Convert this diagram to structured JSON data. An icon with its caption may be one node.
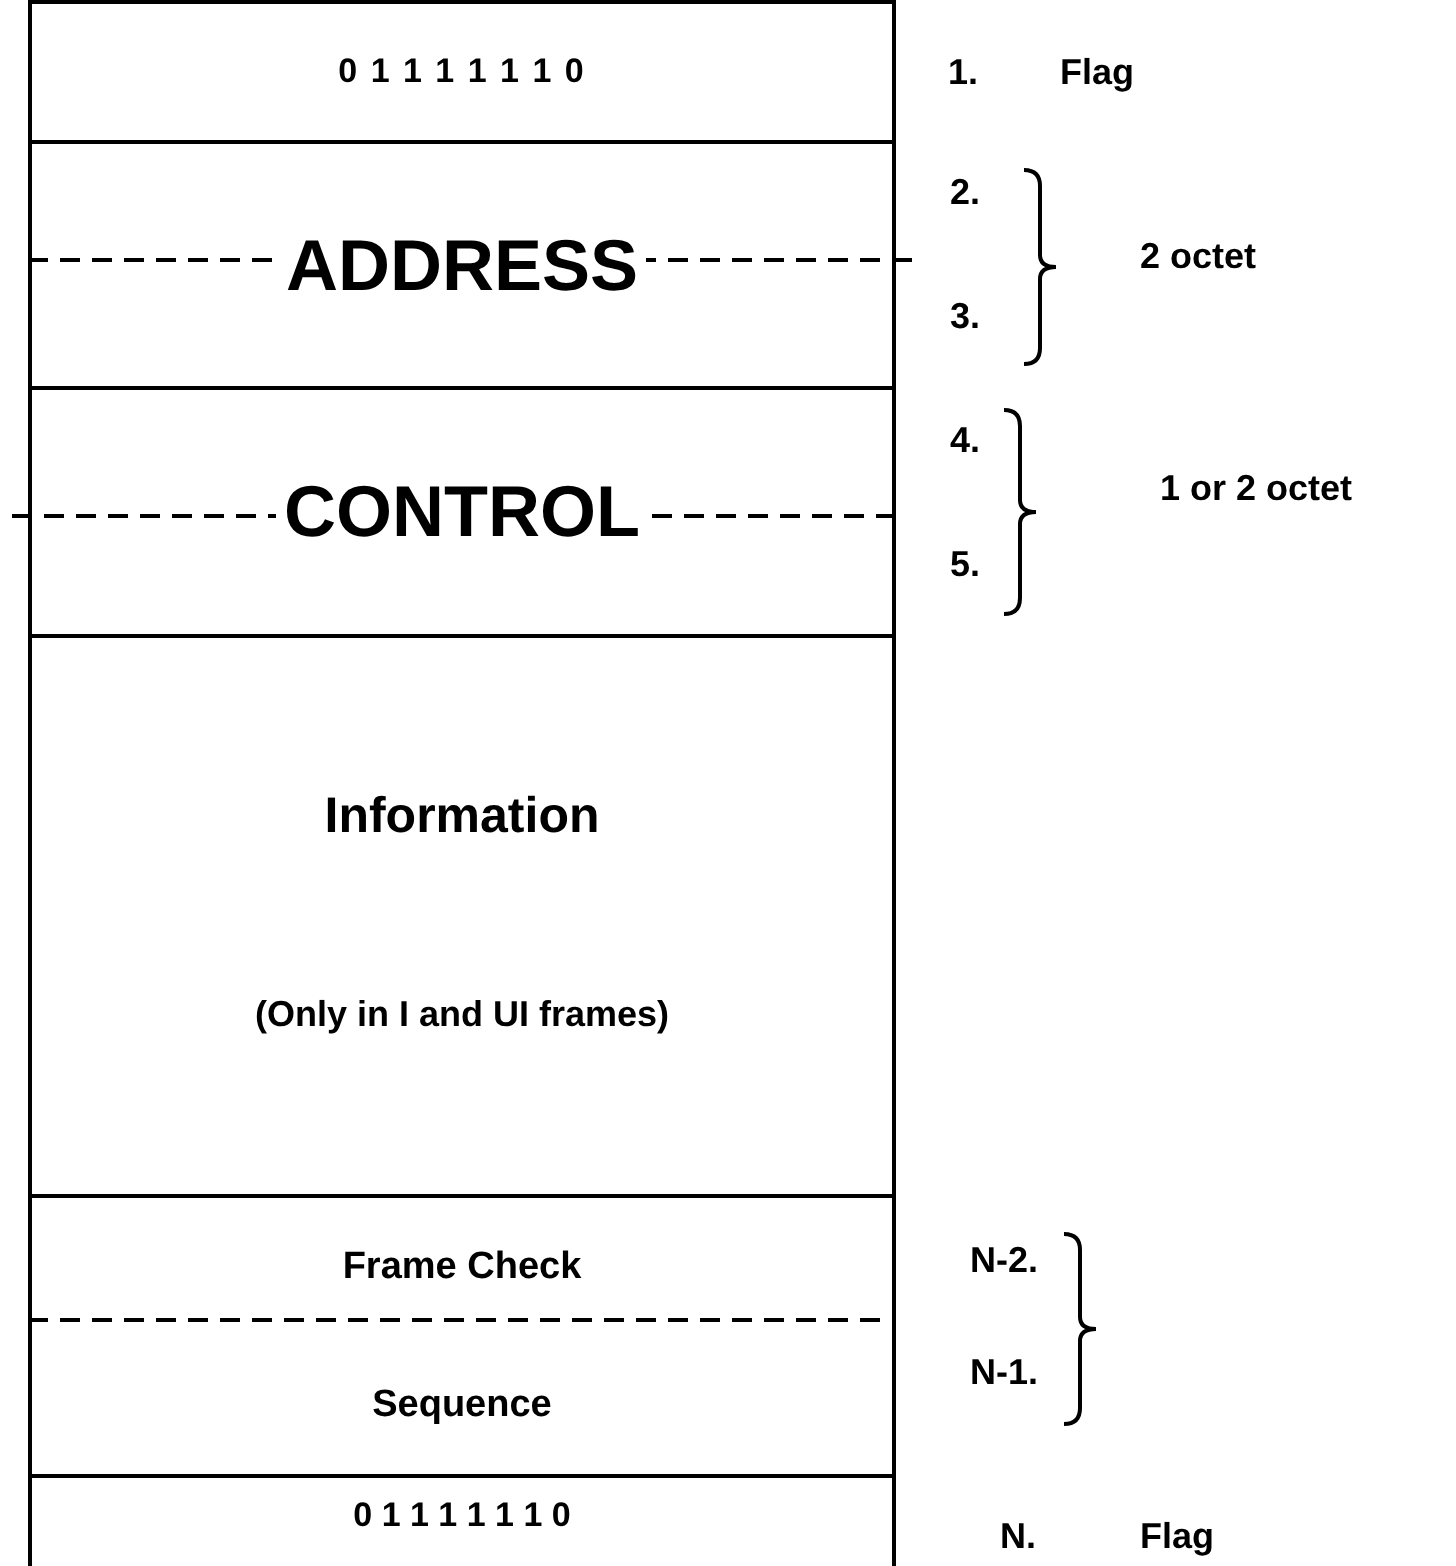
{
  "diagram": {
    "nodes": [
      {
        "text": [
          "0 1 1 1 1 1 1 0"
        ]
      },
      {
        "text": [
          "ADDRESS"
        ]
      },
      {
        "text": [
          "CONTROL"
        ]
      },
      {
        "text": [
          "Information",
          "(Only in I and UI frames)"
        ]
      },
      {
        "text": [
          "Frame Check",
          "Sequence"
        ]
      },
      {
        "text": [
          "0 1 1 1 1 1 1 0"
        ]
      }
    ],
    "labels": [
      "1.",
      "Flag",
      "2.",
      "3.",
      "2 octet",
      "4.",
      "5.",
      "1 or 2 octet",
      "N-2.",
      "N-1.",
      "N.",
      "Flag"
    ]
  }
}
